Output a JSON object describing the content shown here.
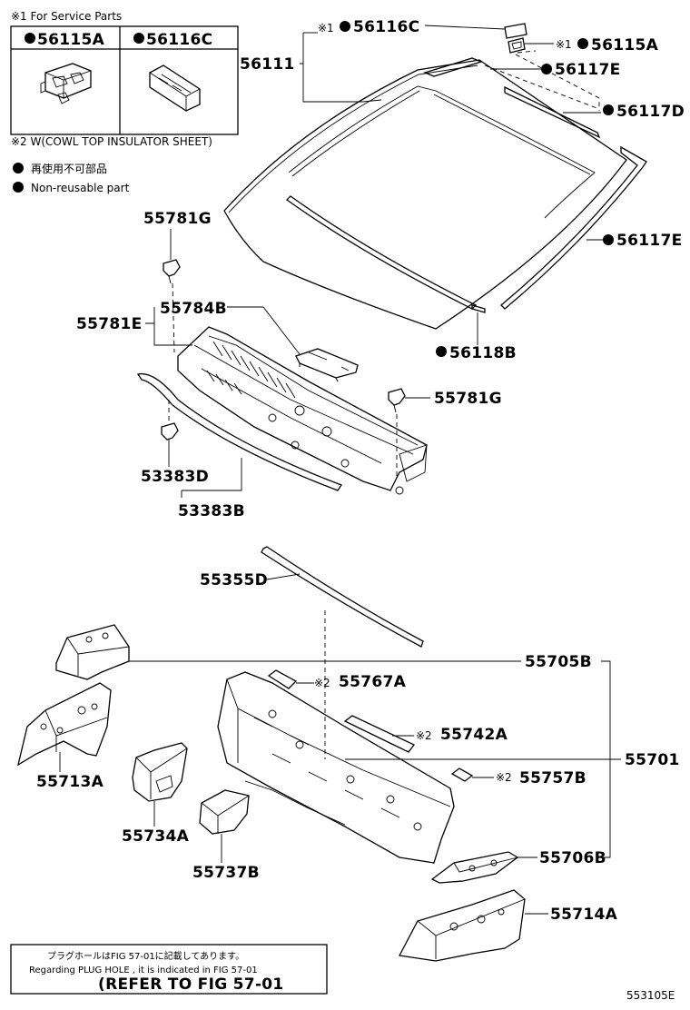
{
  "legend": {
    "service_parts_note": "※1 For Service Parts",
    "box_left_part": "56115A",
    "box_right_part": "56116C",
    "insulator_note": "※2 W(COWL TOP INSULATOR SHEET)",
    "non_reusable_jp": "再使用不可部品",
    "non_reusable_en": "Non-reusable part"
  },
  "parts": {
    "p56116C": "56116C",
    "p56115A": "56115A",
    "p56111": "56111",
    "p56117E_top": "56117E",
    "p56117D": "56117D",
    "p56117E_right": "56117E",
    "p56118B": "56118B",
    "p55781G_left": "55781G",
    "p55784B": "55784B",
    "p55781E": "55781E",
    "p55781G_right": "55781G",
    "p53383D": "53383D",
    "p53383B": "53383B",
    "p55355D": "55355D",
    "p55705B": "55705B",
    "p55767A": "55767A",
    "p55742A": "55742A",
    "p55701": "55701",
    "p55757B": "55757B",
    "p55713A": "55713A",
    "p55734A": "55734A",
    "p55737B": "55737B",
    "p55706B": "55706B",
    "p55714A": "55714A"
  },
  "marks": {
    "ref1": "※1",
    "ref2": "※2"
  },
  "footer": {
    "jp_line": "プラグホールはFIG 57-01に記載してあります。",
    "en_line": "Regarding  PLUG  HOLE , it is indicated in FIG  57-01",
    "refer_line": "(REFER  TO  FIG  57-01",
    "figure_code": "553105E"
  }
}
